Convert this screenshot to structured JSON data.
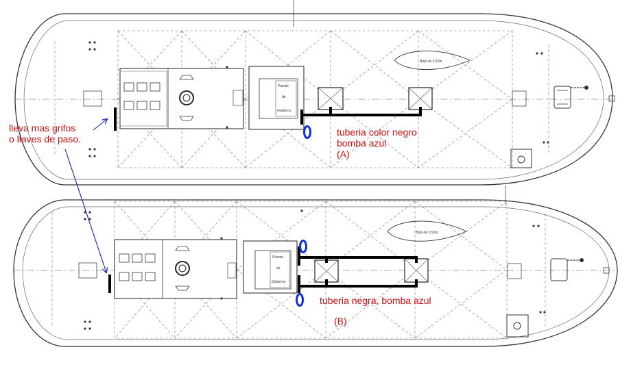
{
  "annotations": {
    "note_line1": "lleva mas grifos",
    "note_line2": "o llaves de paso.",
    "a_line1": "tuberia color negro",
    "a_line2": "bomba azul",
    "a_label": "(A)",
    "b_line1": "tuberia negra, bomba azul",
    "b_label": "(B)"
  },
  "plan_labels": {
    "boat_upper": "Bote de 3,52m.",
    "boat_lower": "Bote de 3,52m.",
    "bridge_1": "Puente",
    "bridge_2": "de",
    "bridge_3": "Gobierno"
  },
  "colors": {
    "annotation_text": "#d01010",
    "pump": "#1030d0",
    "arrow": "#1020c0",
    "pipe": "#000000",
    "drawing_line": "#333333"
  }
}
